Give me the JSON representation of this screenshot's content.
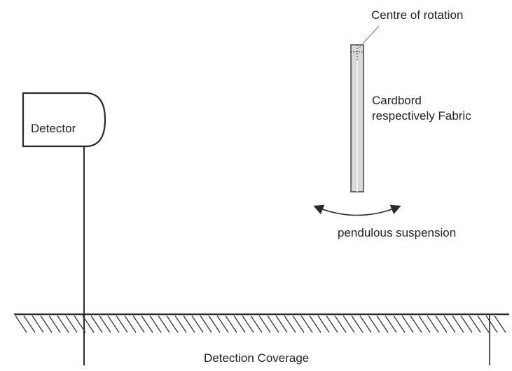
{
  "diagram": {
    "detector_label": "Detector",
    "centre_label": "Centre of rotation",
    "material_label_line1": "Cardbord",
    "material_label_line2": "respectively Fabric",
    "pendulum_label": "pendulous suspension",
    "coverage_label": "Detection Coverage"
  },
  "colors": {
    "stroke": "#2a2a2a",
    "strip_fill": "#d9d9d9",
    "background": "#ffffff"
  }
}
